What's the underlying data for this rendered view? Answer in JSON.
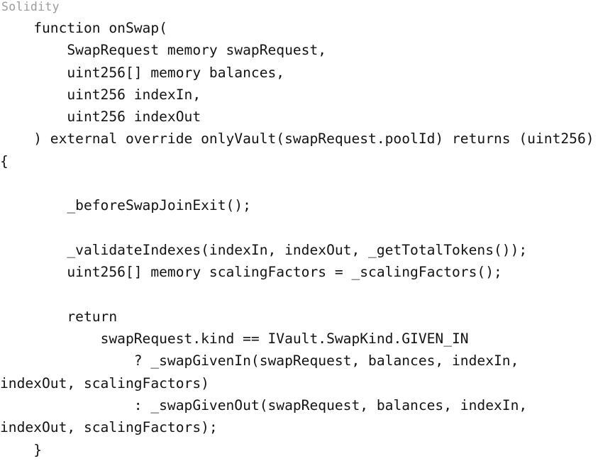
{
  "code_block": {
    "language_label": "Solidity",
    "language_label_color": "#9b9b9b",
    "background_color": "#ffffff",
    "text_color": "#131313",
    "source": "    function onSwap(\n        SwapRequest memory swapRequest,\n        uint256[] memory balances,\n        uint256 indexIn,\n        uint256 indexOut\n    ) external override onlyVault(swapRequest.poolId) returns (uint256) {\n\n        _beforeSwapJoinExit();\n\n        _validateIndexes(indexIn, indexOut, _getTotalTokens());\n        uint256[] memory scalingFactors = _scalingFactors();\n\n        return\n            swapRequest.kind == IVault.SwapKind.GIVEN_IN\n                ? _swapGivenIn(swapRequest, balances, indexIn, indexOut, scalingFactors)\n                : _swapGivenOut(swapRequest, balances, indexIn, indexOut, scalingFactors);\n    }",
    "lines": [
      "    function onSwap(",
      "        SwapRequest memory swapRequest,",
      "        uint256[] memory balances,",
      "        uint256 indexIn,",
      "        uint256 indexOut",
      "    ) external override onlyVault(swapRequest.poolId) returns (uint256) {",
      "",
      "        _beforeSwapJoinExit();",
      "",
      "        _validateIndexes(indexIn, indexOut, _getTotalTokens());",
      "        uint256[] memory scalingFactors = _scalingFactors();",
      "",
      "        return",
      "            swapRequest.kind == IVault.SwapKind.GIVEN_IN",
      "                ? _swapGivenIn(swapRequest, balances, indexIn, indexOut, scalingFactors)",
      "                : _swapGivenOut(swapRequest, balances, indexIn, indexOut, scalingFactors);",
      "    }"
    ]
  }
}
